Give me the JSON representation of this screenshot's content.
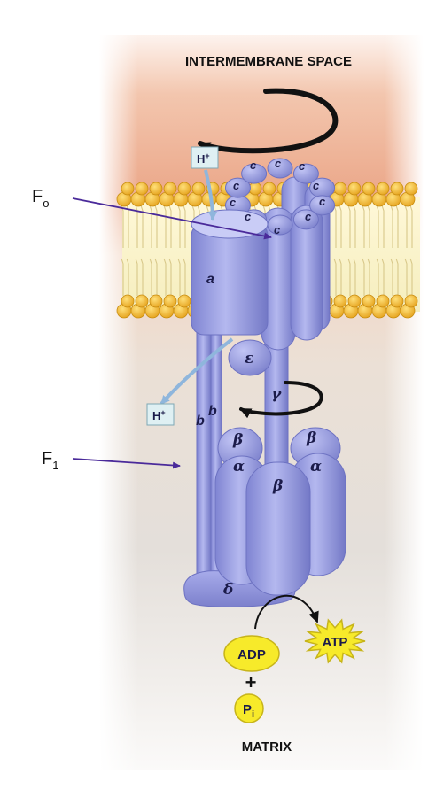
{
  "regions": {
    "top": "INTERMEMBRANE SPACE",
    "bottom": "MATRIX"
  },
  "protons": {
    "in_main": "H",
    "in_sup": "+",
    "out_main": "H",
    "out_sup": "+"
  },
  "callouts": {
    "fo_main": "F",
    "fo_sub": "o",
    "f1_main": "F",
    "f1_sub": "1"
  },
  "subunits": {
    "a": "a",
    "c": "c",
    "b": "b",
    "epsilon": "ε",
    "gamma": "γ",
    "beta": "β",
    "alpha": "α",
    "delta": "δ"
  },
  "reaction": {
    "adp": "ADP",
    "plus": "+",
    "pi_main": "P",
    "pi_sub": "i",
    "atp": "ATP"
  },
  "colors": {
    "protein": "#9a9ee0",
    "protein_dark": "#6d72c2",
    "lipid_head": "#f1b735",
    "intermembrane_top": "#e9a78a",
    "matrix_bg": "#e7e3df",
    "molecule_yellow": "#f7ea2a",
    "callout_arrow": "#4a2a9a",
    "proton_arrow": "#8fb6dc"
  }
}
